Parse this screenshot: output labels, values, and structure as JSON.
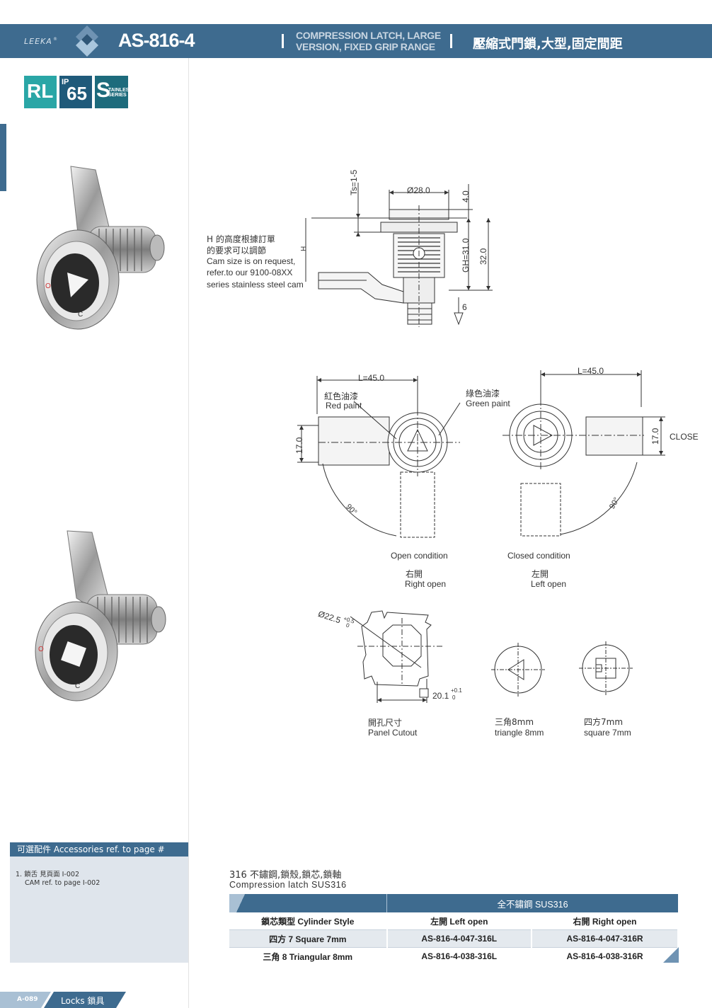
{
  "header": {
    "brand": "LEEKA",
    "model": "AS-816-4",
    "title_en_line1": "COMPRESSION LATCH, LARGE",
    "title_en_line2": "VERSION, FIXED GRIP RANGE",
    "title_zh": "壓縮式門鎖,大型,固定間距"
  },
  "badges": {
    "rl": "RL",
    "ip": "IP",
    "ip_num": "65",
    "s": "S",
    "s_sub1": "TAINLESS",
    "s_sub2": "SERIES"
  },
  "side_drawing": {
    "note_zh_1": "H 的高度根據訂單",
    "note_zh_2": "的要求可以調節",
    "note_en_1": "Cam size is on request,",
    "note_en_2": "refer.to our 9100-08XX",
    "note_en_3": "series stainless steel cam",
    "h_label": "H",
    "dim_ts": "Ts=1-5",
    "dim_diameter": "Ø28.0",
    "dim_4": "4.0",
    "dim_gh": "GH=31.0",
    "dim_32": "32.0",
    "dim_6": "6"
  },
  "open_view": {
    "dim_l": "L=45.0",
    "red_zh": "紅色油漆",
    "red_en": "Red paint",
    "dim_17": "17.0",
    "angle": "90°",
    "condition": "Open condition",
    "dir_zh": "右開",
    "dir_en": "Right open"
  },
  "closed_view": {
    "dim_l": "L=45.0",
    "green_zh": "綠色油漆",
    "green_en": "Green paint",
    "dim_17": "17.0",
    "close": "CLOSE",
    "angle": "90°",
    "condition": "Closed condition",
    "dir_zh": "左開",
    "dir_en": "Left open"
  },
  "cutout": {
    "dia": "Ø22.5",
    "dia_tol_up": "+0.5",
    "dia_tol_low": "0",
    "square": "20.1",
    "square_tol_up": "+0.1",
    "square_tol_low": "0",
    "label_zh": "開孔尺寸",
    "label_en": "Panel Cutout"
  },
  "inserts": {
    "tri_zh": "三角8mm",
    "tri_en": "triangle 8mm",
    "sq_zh": "四方7mm",
    "sq_en": "square 7mm"
  },
  "accessories": {
    "heading": "可選配件 Accessories ref. to page #",
    "line1": "1. 鎖舌 見頁面 I-002",
    "line2": "CAM  ref. to page I-002"
  },
  "material": {
    "zh": "316 不鏽鋼,鎖殼,鎖芯,鎖軸",
    "en": "Compression latch SUS316"
  },
  "table": {
    "group_header": "全不鏽鋼 SUS316",
    "columns": [
      "鎖芯類型 Cylinder Style",
      "左開  Left open",
      "右開  Right open"
    ],
    "rows": [
      [
        "四方 7  Square 7mm",
        "AS-816-4-047-316L",
        "AS-816-4-047-316R"
      ],
      [
        "三角 8 Triangular 8mm",
        "AS-816-4-038-316L",
        "AS-816-4-038-316R"
      ]
    ]
  },
  "footer": {
    "page": "A-089",
    "section": "Locks 鎖具"
  },
  "colors": {
    "header_blue": "#3e6b8f",
    "badge_teal": "#2aa6a6",
    "badge_navy": "#1f5a7a",
    "badge_dark": "#1d6b7c"
  }
}
